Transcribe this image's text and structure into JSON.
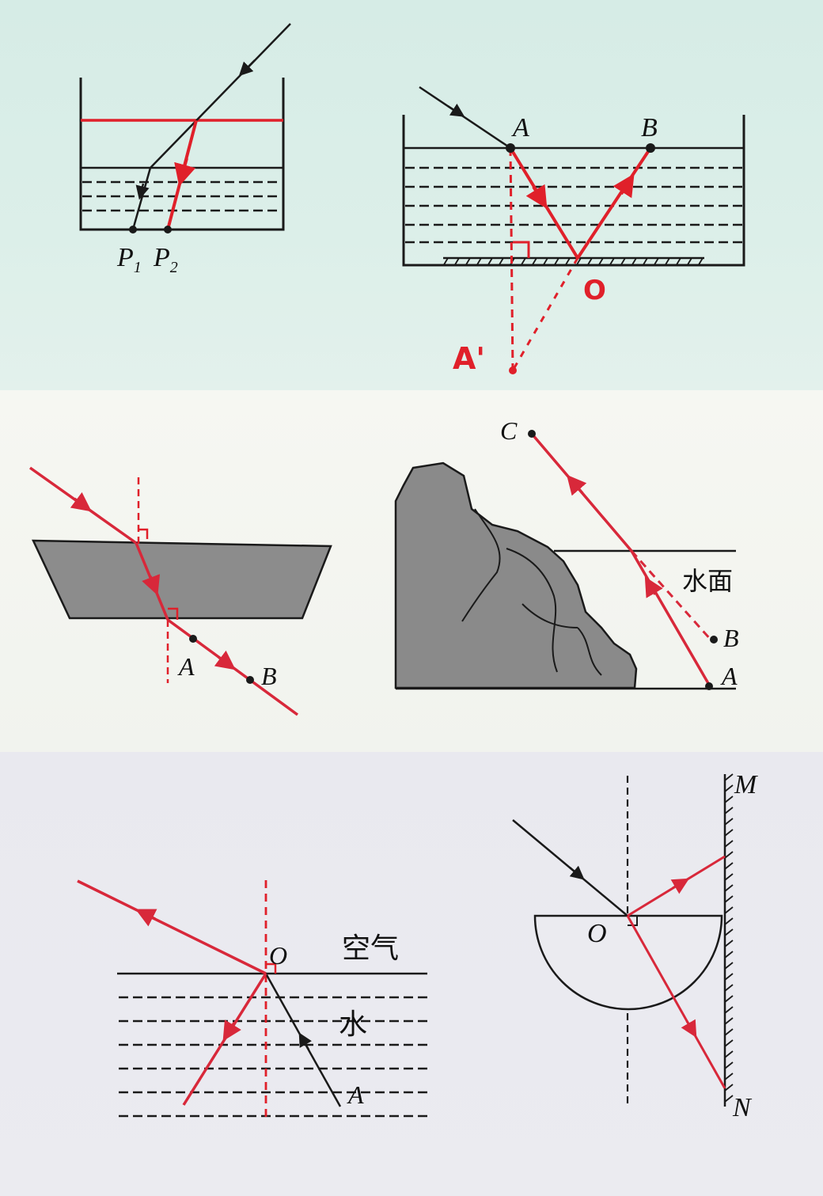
{
  "panel_top": {
    "left_diagram": {
      "labels": {
        "p1": "P",
        "p1_sub": "1",
        "p2": "P",
        "p2_sub": "2"
      }
    },
    "right_diagram": {
      "labels": {
        "a": "A",
        "b": "B",
        "o": "O",
        "a_prime": "A'"
      }
    }
  },
  "panel_middle": {
    "left_diagram": {
      "labels": {
        "a": "A",
        "b": "B"
      }
    },
    "right_diagram": {
      "labels": {
        "c": "C",
        "b": "B",
        "a": "A",
        "water_surface": "水面"
      }
    }
  },
  "panel_bottom": {
    "left_diagram": {
      "labels": {
        "o": "O",
        "air": "空气",
        "water": "水",
        "a": "A"
      }
    },
    "right_diagram": {
      "labels": {
        "m": "M",
        "n": "N",
        "o": "O"
      }
    }
  },
  "colors": {
    "ink": "#1a1a1a",
    "pen_red": "#e0202a",
    "print_red": "#d8283a",
    "rock_fill": "#8a8a8a",
    "glass_fill": "#8c8c8c"
  }
}
